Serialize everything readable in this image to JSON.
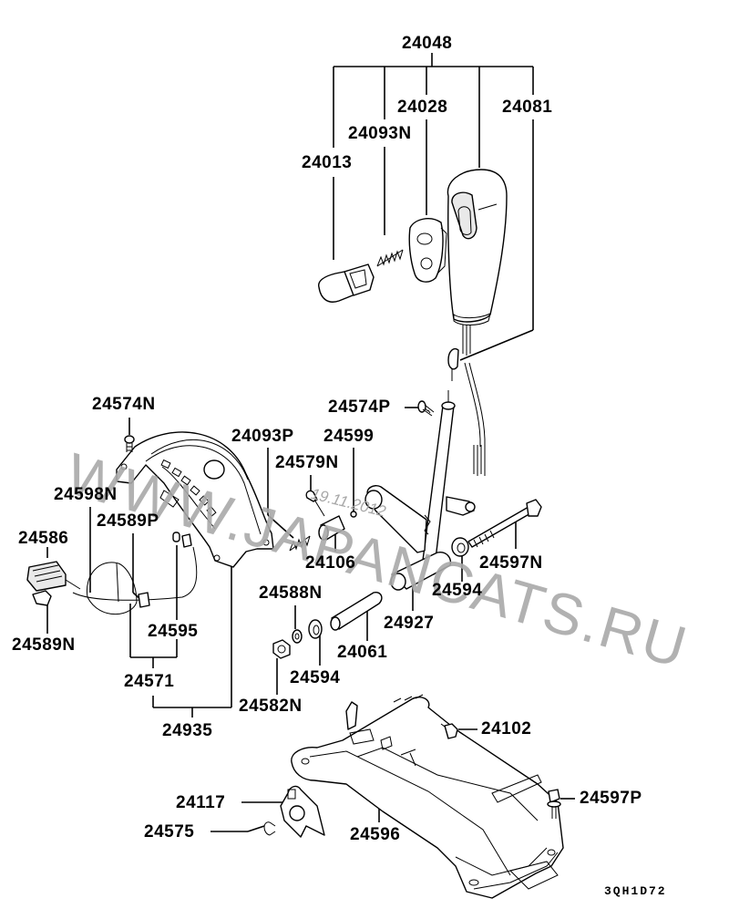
{
  "diagram": {
    "title": "A/T shift lever assembly parts diagram",
    "drawing_code": "3QH1D72",
    "watermark": "WWW.JAPANCATS.RU",
    "date_stamp": "19.11.2012",
    "callouts": {
      "p24048": "24048",
      "p24028": "24028",
      "p24081": "24081",
      "p24093N": "24093N",
      "p24013": "24013",
      "p24574P": "24574P",
      "p24574N": "24574N",
      "p24093P": "24093P",
      "p24599": "24599",
      "p24579N": "24579N",
      "p24598N": "24598N",
      "p24589P": "24589P",
      "p24586": "24586",
      "p24106": "24106",
      "p24597N": "24597N",
      "p24594a": "24594",
      "p24588N": "24588N",
      "p24927": "24927",
      "p24589N": "24589N",
      "p24595": "24595",
      "p24061": "24061",
      "p24571": "24571",
      "p24594b": "24594",
      "p24582N": "24582N",
      "p24935": "24935",
      "p24102": "24102",
      "p24117": "24117",
      "p24597P": "24597P",
      "p24575": "24575",
      "p24596": "24596"
    }
  }
}
